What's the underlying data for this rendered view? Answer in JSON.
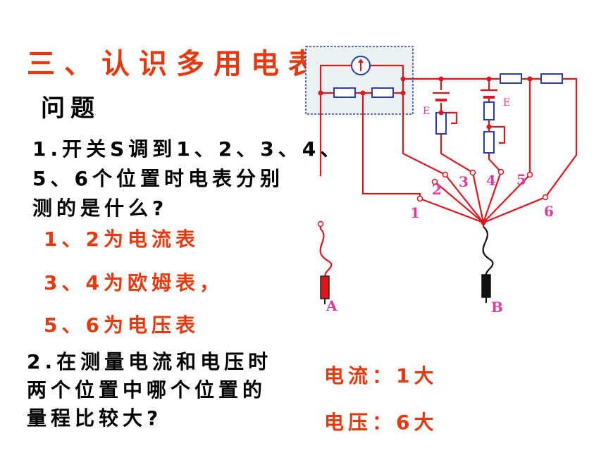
{
  "title": "三、认识多用电表",
  "heading": "问题",
  "question1": {
    "lines": [
      "1.开关S调到1、2、3、4、",
      "5、6个位置时电表分别",
      "测的是什么?"
    ]
  },
  "answers1": [
    "1、2为电流表",
    "3、4为欧姆表，",
    "5、6为电压表"
  ],
  "question2": {
    "lines": [
      "2.在测量电流和电压时",
      "两个位置中哪个位置的",
      "量程比较大?"
    ]
  },
  "answers2": [
    "电流：1大",
    "电压：6大"
  ],
  "circuit": {
    "terminal_a": "A",
    "terminal_b": "B",
    "positions": [
      "1",
      "2",
      "3",
      "4",
      "5",
      "6"
    ],
    "battery_label": "E",
    "colors": {
      "wire": "#e0161c",
      "resistor": "#2b3fa8",
      "label": "#e2399a",
      "box_border": "#2b3fa8",
      "box_fill": "#eaf2f6"
    }
  }
}
